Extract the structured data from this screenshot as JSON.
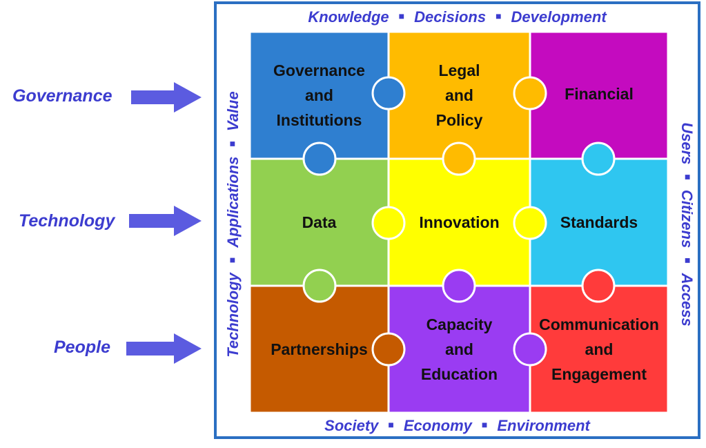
{
  "pillars": [
    {
      "label": "Governance"
    },
    {
      "label": "Technology"
    },
    {
      "label": "People"
    }
  ],
  "edges": {
    "top": [
      "Knowledge",
      "Decisions",
      "Development"
    ],
    "bottom": [
      "Society",
      "Economy",
      "Environment"
    ],
    "left": [
      "Technology",
      "Applications",
      "Value"
    ],
    "right": [
      "Users",
      "Citizens",
      "Access"
    ],
    "separator": "■"
  },
  "pieces": [
    {
      "lines": [
        "Governance",
        "and",
        "Institutions"
      ],
      "color": "#2f7fd0"
    },
    {
      "lines": [
        "Legal",
        "and",
        "Policy"
      ],
      "color": "#ffbb00"
    },
    {
      "lines": [
        "Financial"
      ],
      "color": "#c40bbf"
    },
    {
      "lines": [
        "Data"
      ],
      "color": "#92d050"
    },
    {
      "lines": [
        "Innovation"
      ],
      "color": "#ffff00"
    },
    {
      "lines": [
        "Standards"
      ],
      "color": "#2fc6f0"
    },
    {
      "lines": [
        "Partnerships"
      ],
      "color": "#c55a00"
    },
    {
      "lines": [
        "Capacity",
        "and",
        "Education"
      ],
      "color": "#9a3cf2"
    },
    {
      "lines": [
        "Communication",
        "and",
        "Engagement"
      ],
      "color": "#ff3b3b"
    }
  ],
  "colors": {
    "accent_text": "#3c3ccf",
    "frame": "#2b6fc2",
    "arrow": "#5b5be0"
  }
}
